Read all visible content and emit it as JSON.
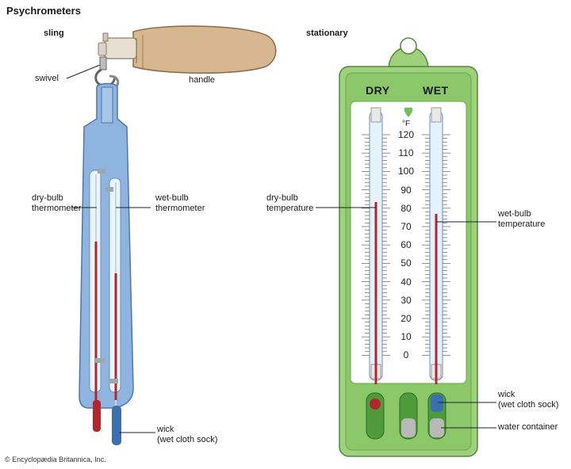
{
  "title": "Psychrometers",
  "sling": {
    "heading": "sling",
    "labels": {
      "swivel": "swivel",
      "handle": "handle",
      "dry_bulb_thermometer": [
        "dry-bulb",
        "thermometer"
      ],
      "wet_bulb_thermometer": [
        "wet-bulb",
        "thermometer"
      ],
      "wick": [
        "wick",
        "(wet cloth sock)"
      ]
    }
  },
  "stationary": {
    "heading": "stationary",
    "dry_header": "DRY",
    "wet_header": "WET",
    "unit": "°F",
    "scale": [
      "120",
      "110",
      "100",
      "90",
      "80",
      "70",
      "60",
      "50",
      "40",
      "30",
      "20",
      "10",
      "0"
    ],
    "dry_temperature_reading": 85,
    "wet_temperature_reading": 77,
    "labels": {
      "dry_bulb_temperature": [
        "dry-bulb",
        "temperature"
      ],
      "wet_bulb_temperature": [
        "wet-bulb",
        "temperature"
      ],
      "wick": [
        "wick",
        "(wet cloth sock)"
      ],
      "water_container": "water container"
    }
  },
  "credit": "© Encyclopædia Britannica, Inc.",
  "colors": {
    "frame_green": "#8cc86a",
    "frame_stroke": "#4f8a3a",
    "sling_blue": "#7aa6da",
    "handle_tan": "#d2b48c",
    "mercury_red": "#b3262b",
    "wick_blue": "#3a6fb0"
  }
}
